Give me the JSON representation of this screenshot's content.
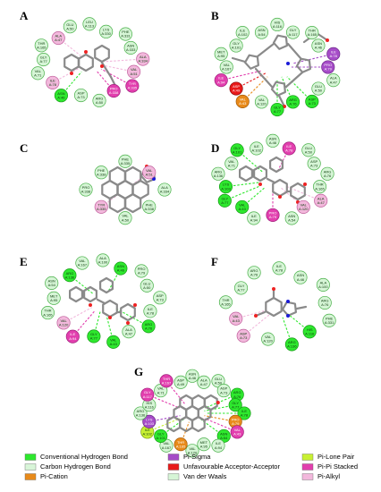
{
  "colors": {
    "hbond": "#2ee82e",
    "carbon_hbond": "#d8f5d8",
    "vdw": "#d6f5d6",
    "pi_sigma": "#a64cc8",
    "pi_cation": "#e88a1a",
    "unfavourable": "#e81a1a",
    "pi_pi": "#e23fae",
    "pi_alkyl": "#f2b8dc",
    "lone_pair": "#c8f032",
    "bond": "#8a8a8a"
  },
  "panels": [
    {
      "letter": "A",
      "residues": [
        {
          "label": "LEU A:113",
          "type": "vdw"
        },
        {
          "label": "LYS A:330",
          "type": "vdw"
        },
        {
          "label": "PHE A:331",
          "type": "vdw"
        },
        {
          "label": "ASN A:333",
          "type": "vdw"
        },
        {
          "label": "ALA A:334",
          "type": "pi_alkyl"
        },
        {
          "label": "VAL A:51",
          "type": "pi_alkyl"
        },
        {
          "label": "TYR A:335",
          "type": "pi_pi"
        },
        {
          "label": "PRO A:338",
          "type": "pi_pi"
        },
        {
          "label": "ARG A:50",
          "type": "vdw"
        },
        {
          "label": "ASP A:73",
          "type": "vdw"
        },
        {
          "label": "ASN A:46",
          "type": "hbond"
        },
        {
          "label": "ILE A:78",
          "type": "pi_alkyl"
        },
        {
          "label": "VAL A:71",
          "type": "vdw"
        },
        {
          "label": "GLY A:77",
          "type": "vdw"
        },
        {
          "label": "THR A:165",
          "type": "vdw"
        },
        {
          "label": "ALA A:47",
          "type": "pi_alkyl"
        },
        {
          "label": "GLU A:50",
          "type": "vdw"
        }
      ]
    },
    {
      "letter": "B",
      "residues": [
        {
          "label": "HIS A:116",
          "type": "vdw"
        },
        {
          "label": "GLY A:117",
          "type": "vdw"
        },
        {
          "label": "THR A:165",
          "type": "vdw"
        },
        {
          "label": "ASN A:46",
          "type": "vdw"
        },
        {
          "label": "ILE A:78",
          "type": "pi_sigma"
        },
        {
          "label": "PRO A:79",
          "type": "pi_sigma"
        },
        {
          "label": "ALA A:47",
          "type": "vdw"
        },
        {
          "label": "GLU A:50",
          "type": "vdw"
        },
        {
          "label": "ASP A:73",
          "type": "hbond"
        },
        {
          "label": "ARG A:76",
          "type": "hbond"
        },
        {
          "label": "GLY A:77",
          "type": "hbond"
        },
        {
          "label": "VAL A:120",
          "type": "vdw"
        },
        {
          "label": "VAL A:43",
          "type": "pi_cation"
        },
        {
          "label": "ASP A:49",
          "type": "unfavourable"
        },
        {
          "label": "ILE A:94",
          "type": "pi_pi"
        },
        {
          "label": "VAL A:167",
          "type": "vdw"
        },
        {
          "label": "MET A:95",
          "type": "vdw"
        },
        {
          "label": "GLY A:101",
          "type": "vdw"
        },
        {
          "label": "ILE A:102",
          "type": "vdw"
        },
        {
          "label": "ASN A:54",
          "type": "vdw"
        }
      ]
    },
    {
      "letter": "C",
      "residues": [
        {
          "label": "PHE A:335",
          "type": "vdw"
        },
        {
          "label": "VAL A:51",
          "type": "pi_alkyl"
        },
        {
          "label": "ALA A:334",
          "type": "vdw"
        },
        {
          "label": "PHE A:338",
          "type": "vdw"
        },
        {
          "label": "VAL A:50",
          "type": "vdw"
        },
        {
          "label": "TYR A:335",
          "type": "pi_alkyl"
        },
        {
          "label": "PRO A:338",
          "type": "vdw"
        },
        {
          "label": "PHE A:338",
          "type": "vdw"
        }
      ]
    },
    {
      "letter": "D",
      "residues": [
        {
          "label": "ASN A:46",
          "type": "vdw"
        },
        {
          "label": "ILE A:78",
          "type": "pi_pi"
        },
        {
          "label": "GLU A:50",
          "type": "vdw"
        },
        {
          "label": "ASP A:73",
          "type": "vdw"
        },
        {
          "label": "ARG A:76",
          "type": "vdw"
        },
        {
          "label": "THR A:165",
          "type": "vdw"
        },
        {
          "label": "ALA A:47",
          "type": "pi_alkyl"
        },
        {
          "label": "VAL A:120",
          "type": "pi_alkyl"
        },
        {
          "label": "ASN A:54",
          "type": "vdw"
        },
        {
          "label": "PRO A:79",
          "type": "pi_pi"
        },
        {
          "label": "ILE A:94",
          "type": "vdw"
        },
        {
          "label": "VAL A:43",
          "type": "hbond"
        },
        {
          "label": "GLY A:77",
          "type": "hbond"
        },
        {
          "label": "LYS A:103",
          "type": "hbond"
        },
        {
          "label": "ARG A:136",
          "type": "vdw"
        },
        {
          "label": "VAL A:71",
          "type": "vdw"
        },
        {
          "label": "GLY A:101",
          "type": "hbond"
        },
        {
          "label": "ILE A:102",
          "type": "vdw"
        }
      ]
    },
    {
      "letter": "E",
      "residues": [
        {
          "label": "ALA A:100",
          "type": "vdw"
        },
        {
          "label": "ASN A:46",
          "type": "hbond"
        },
        {
          "label": "PRO A:79",
          "type": "vdw"
        },
        {
          "label": "GLU A:50",
          "type": "vdw"
        },
        {
          "label": "ASP A:73",
          "type": "vdw"
        },
        {
          "label": "ILE A:78",
          "type": "vdw"
        },
        {
          "label": "ARG A:76",
          "type": "hbond"
        },
        {
          "label": "ALA A:47",
          "type": "vdw"
        },
        {
          "label": "VAL A:43",
          "type": "hbond"
        },
        {
          "label": "GLY A:77",
          "type": "hbond"
        },
        {
          "label": "ILE A:94",
          "type": "pi_pi"
        },
        {
          "label": "VAL A:120",
          "type": "pi_alkyl"
        },
        {
          "label": "THR A:165",
          "type": "vdw"
        },
        {
          "label": "MET A:95",
          "type": "vdw"
        },
        {
          "label": "ASN A:54",
          "type": "vdw"
        },
        {
          "label": "ARG A:136",
          "type": "hbond"
        },
        {
          "label": "VAL A:167",
          "type": "vdw"
        }
      ]
    },
    {
      "letter": "F",
      "residues": [
        {
          "label": "ILE A:78",
          "type": "vdw"
        },
        {
          "label": "ASN A:46",
          "type": "vdw"
        },
        {
          "label": "ALA A:100",
          "type": "vdw"
        },
        {
          "label": "ARG A:76",
          "type": "vdw"
        },
        {
          "label": "PHE A:331",
          "type": "vdw"
        },
        {
          "label": "HIS A:116",
          "type": "hbond"
        },
        {
          "label": "ARG A:136",
          "type": "hbond"
        },
        {
          "label": "VAL A:120",
          "type": "vdw"
        },
        {
          "label": "ASP A:73",
          "type": "pi_alkyl"
        },
        {
          "label": "VAL A:43",
          "type": "pi_alkyl"
        },
        {
          "label": "THR A:165",
          "type": "vdw"
        },
        {
          "label": "GLY A:77",
          "type": "vdw"
        },
        {
          "label": "ARG A:76",
          "type": "vdw"
        }
      ]
    },
    {
      "letter": "G",
      "residues": [
        {
          "label": "ASN A:46",
          "type": "vdw"
        },
        {
          "label": "ALA A:47",
          "type": "vdw"
        },
        {
          "label": "GLU A:50",
          "type": "vdw"
        },
        {
          "label": "ASP A:73",
          "type": "vdw"
        },
        {
          "label": "ARG A:76",
          "type": "hbond"
        },
        {
          "label": "GLY A:77",
          "type": "hbond"
        },
        {
          "label": "ILE A:78",
          "type": "hbond"
        },
        {
          "label": "PRO A:79",
          "type": "pi_cation"
        },
        {
          "label": "VAL A:43",
          "type": "pi_pi"
        },
        {
          "label": "ASN A:54",
          "type": "hbond"
        },
        {
          "label": "ILE A:94",
          "type": "vdw"
        },
        {
          "label": "MET A:95",
          "type": "vdw"
        },
        {
          "label": "VAL A:120",
          "type": "vdw"
        },
        {
          "label": "THR A:165",
          "type": "pi_cation"
        },
        {
          "label": "VAL A:167",
          "type": "vdw"
        },
        {
          "label": "GLY A:101",
          "type": "hbond"
        },
        {
          "label": "ILE A:102",
          "type": "lone_pair"
        },
        {
          "label": "LYS A:103",
          "type": "pi_sigma"
        },
        {
          "label": "ARG A:136",
          "type": "vdw"
        },
        {
          "label": "HIS A:116",
          "type": "vdw"
        },
        {
          "label": "GLY A:117",
          "type": "pi_pi"
        },
        {
          "label": "VAL A:71",
          "type": "vdw"
        },
        {
          "label": "THR A:167",
          "type": "pi_pi"
        },
        {
          "label": "ASP A:49",
          "type": "vdw"
        }
      ]
    }
  ],
  "legend": [
    {
      "label": "Conventional Hydrogen Bond",
      "type": "hbond"
    },
    {
      "label": "Pi-Sigma",
      "type": "pi_sigma"
    },
    {
      "label": "Pi-Lone Pair",
      "type": "lone_pair"
    },
    {
      "label": "Carbon Hydrogen Bond",
      "type": "carbon_hbond"
    },
    {
      "label": "Unfavourable Acceptor-Acceptor",
      "type": "unfavourable"
    },
    {
      "label": "Pi-Pi Stacked",
      "type": "pi_pi"
    },
    {
      "label": "Pi-Cation",
      "type": "pi_cation"
    },
    {
      "label": "Van der Waals",
      "type": "vdw"
    },
    {
      "label": "Pi-Alkyl",
      "type": "pi_alkyl"
    }
  ]
}
